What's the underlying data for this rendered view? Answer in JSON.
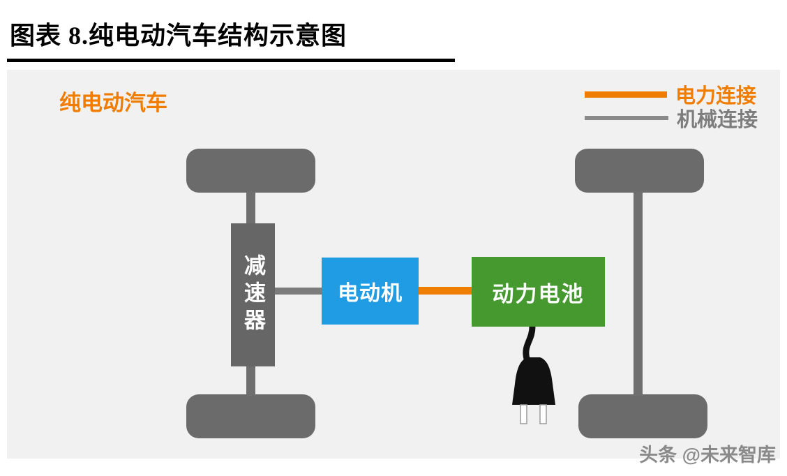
{
  "title": "图表 8.纯电动汽车结构示意图",
  "diagram": {
    "label": "纯电动汽车",
    "legend": [
      {
        "label": "电力连接",
        "color": "#ef7d00",
        "type": "electrical-connection"
      },
      {
        "label": "机械连接",
        "color": "#8a8a8a",
        "type": "mechanical-connection"
      }
    ],
    "nodes": {
      "reducer": "减速器",
      "motor": "电动机",
      "battery": "动力电池"
    },
    "connections": [
      {
        "from": "减速器",
        "to": "电动机",
        "type": "机械连接"
      },
      {
        "from": "电动机",
        "to": "动力电池",
        "type": "电力连接"
      },
      {
        "from": "动力电池",
        "to": "充电插头",
        "type": "电力连接"
      }
    ]
  },
  "watermark": "头条 @未来智库",
  "colors": {
    "title": "#000000",
    "accent_orange": "#f07c00",
    "electric_line": "#ef7d00",
    "mechanical_line": "#8a8a8a",
    "wheel_gray": "#6b6b6b",
    "reducer_gray": "#666666",
    "motor_blue": "#1f9ce4",
    "battery_green": "#45992f",
    "diagram_bg": "#f1f1f1",
    "watermark_gray": "#8a8a8a"
  }
}
